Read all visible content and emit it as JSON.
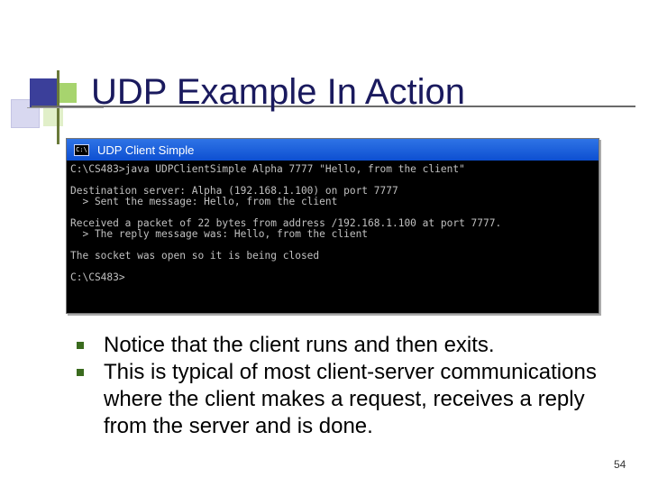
{
  "slide": {
    "title": "UDP Example In Action",
    "page_number": "54"
  },
  "console_window": {
    "icon_text": "C:\\",
    "title": "UDP Client Simple",
    "lines": [
      "C:\\CS483>java UDPClientSimple Alpha 7777 \"Hello, from the client\"",
      "",
      "Destination server: Alpha (192.168.1.100) on port 7777",
      "  > Sent the message: Hello, from the client",
      "",
      "Received a packet of 22 bytes from address /192.168.1.100 at port 7777.",
      "  > The reply message was: Hello, from the client",
      "",
      "The socket was open so it is being closed",
      "",
      "C:\\CS483>"
    ]
  },
  "bullets": [
    "Notice that the client runs and then exits.",
    "This is typical of most client-server communications where the client makes a request, receives a reply from the server and is done."
  ]
}
